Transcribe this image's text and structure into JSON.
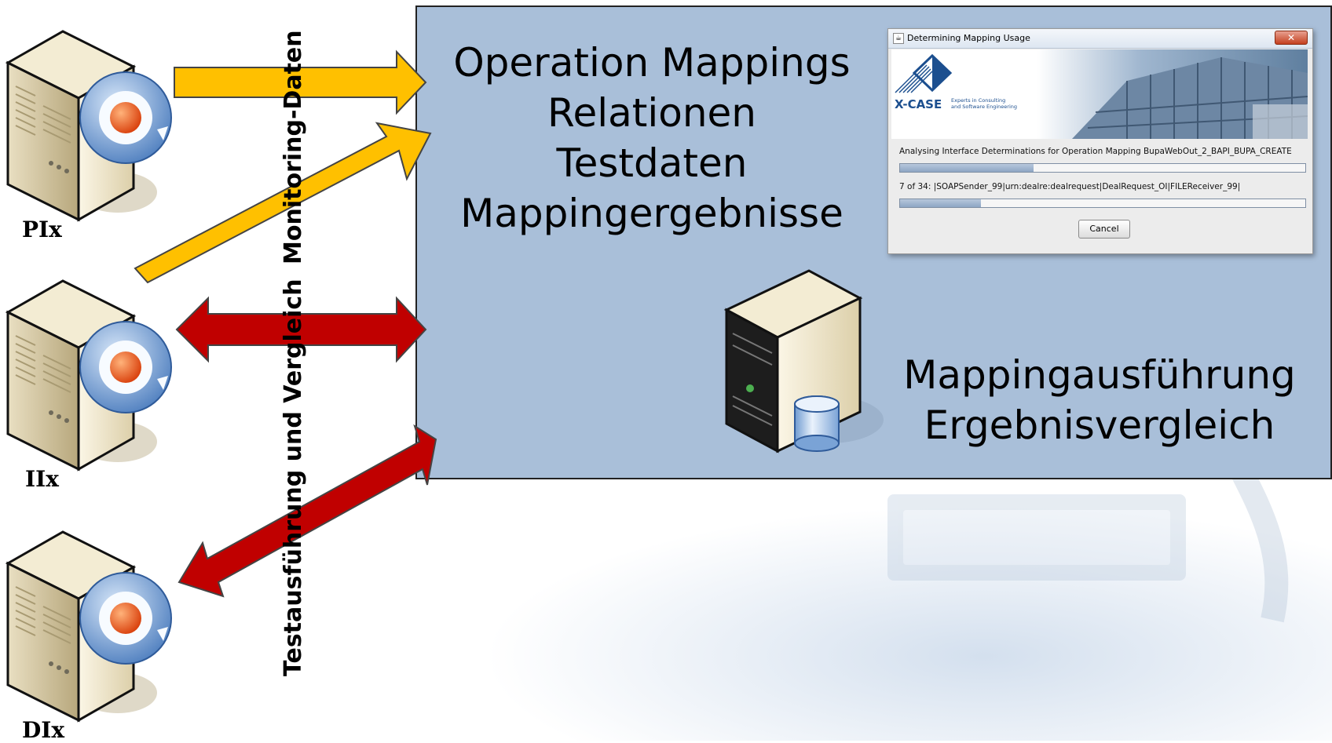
{
  "servers": [
    {
      "label": "PIx"
    },
    {
      "label": "IIx"
    },
    {
      "label": "DIx"
    }
  ],
  "flows": {
    "monitoring_label": "Monitoring-Daten",
    "test_label": "Testausführung und Vergleich"
  },
  "main_panel": {
    "lines": [
      "Operation Mappings",
      "Relationen",
      "Testdaten",
      "Mappingergebnisse"
    ],
    "bottom_lines": [
      "Mappingausführung",
      "Ergebnisvergleich"
    ]
  },
  "dialog": {
    "title": "Determining Mapping Usage",
    "close_symbol": "✕",
    "logo_text": "X-CASE",
    "logo_tagline_1": "Experts in Consulting",
    "logo_tagline_2": "and Software Engineering",
    "status_line": "Analysing Interface Determinations for Operation Mapping BupaWebOut_2_BAPI_BUPA_CREATE",
    "progress_1": 0.33,
    "detail_line": "7 of 34: |SOAPSender_99|urn:dealre:dealrequest|DealRequest_OI|FILEReceiver_99|",
    "progress_2": 0.2,
    "cancel_label": "Cancel"
  },
  "colors": {
    "panel": "#a9bfd9",
    "yellow_arrow": "#ffc000",
    "red_arrow": "#c00000",
    "arrow_outline": "#444444"
  }
}
